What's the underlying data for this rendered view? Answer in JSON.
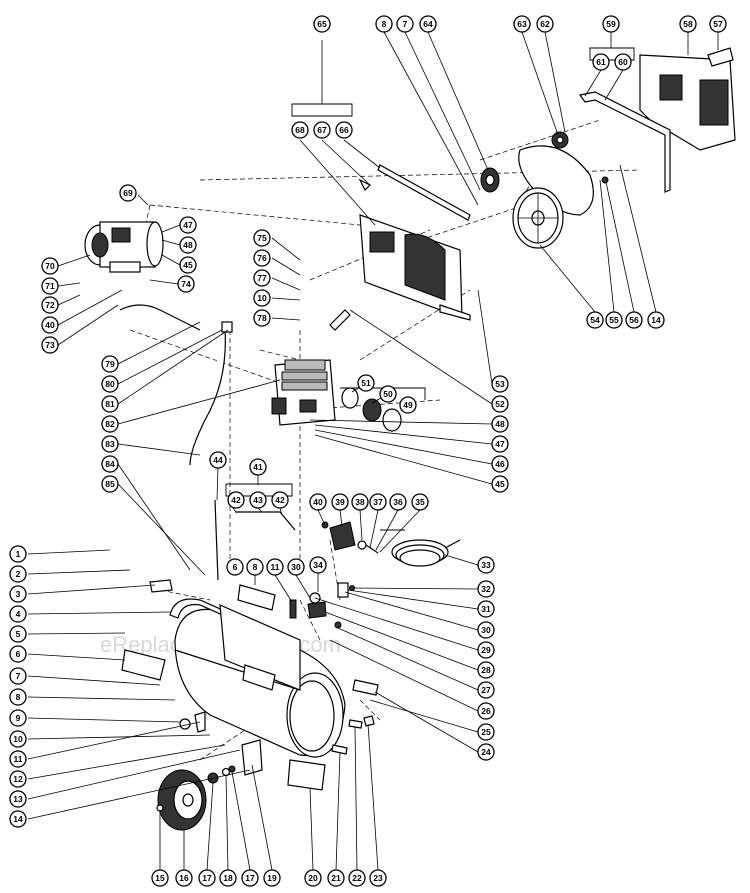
{
  "watermark": "eReplacementParts.com",
  "left_column_labels": [
    "1",
    "2",
    "3",
    "4",
    "5",
    "6",
    "7",
    "8",
    "9",
    "10",
    "11",
    "12",
    "13",
    "14"
  ],
  "bottom_row_labels": [
    "15",
    "16",
    "17",
    "18",
    "17",
    "19",
    "20",
    "21",
    "22",
    "23"
  ],
  "right_lower_labels": [
    "24",
    "25",
    "26",
    "27",
    "28",
    "29",
    "30",
    "31",
    "32",
    "33"
  ],
  "hose_group_labels": [
    "34",
    "35",
    "36",
    "37",
    "38",
    "39",
    "40"
  ],
  "upper_left_labels": [
    "79",
    "80",
    "81",
    "82",
    "83",
    "84",
    "85"
  ],
  "motor_labels": [
    "69",
    "70",
    "71",
    "72",
    "40",
    "73",
    "74",
    "47",
    "48",
    "45"
  ],
  "pump_labels": [
    "75",
    "76",
    "77",
    "10",
    "78"
  ],
  "pump_right_labels": [
    "53",
    "52",
    "48",
    "47",
    "46",
    "45"
  ],
  "filter_labels": [
    "51",
    "50",
    "49"
  ],
  "tube_labels": [
    "41",
    "42",
    "43",
    "42",
    "44",
    "8",
    "11",
    "30"
  ],
  "top_labels": [
    "65",
    "68",
    "67",
    "66",
    "8",
    "7",
    "64",
    "63",
    "62",
    "59",
    "61",
    "60",
    "58",
    "57"
  ],
  "pulley_labels": [
    "54",
    "55",
    "56",
    "14"
  ],
  "misc_labels": [
    "6"
  ]
}
